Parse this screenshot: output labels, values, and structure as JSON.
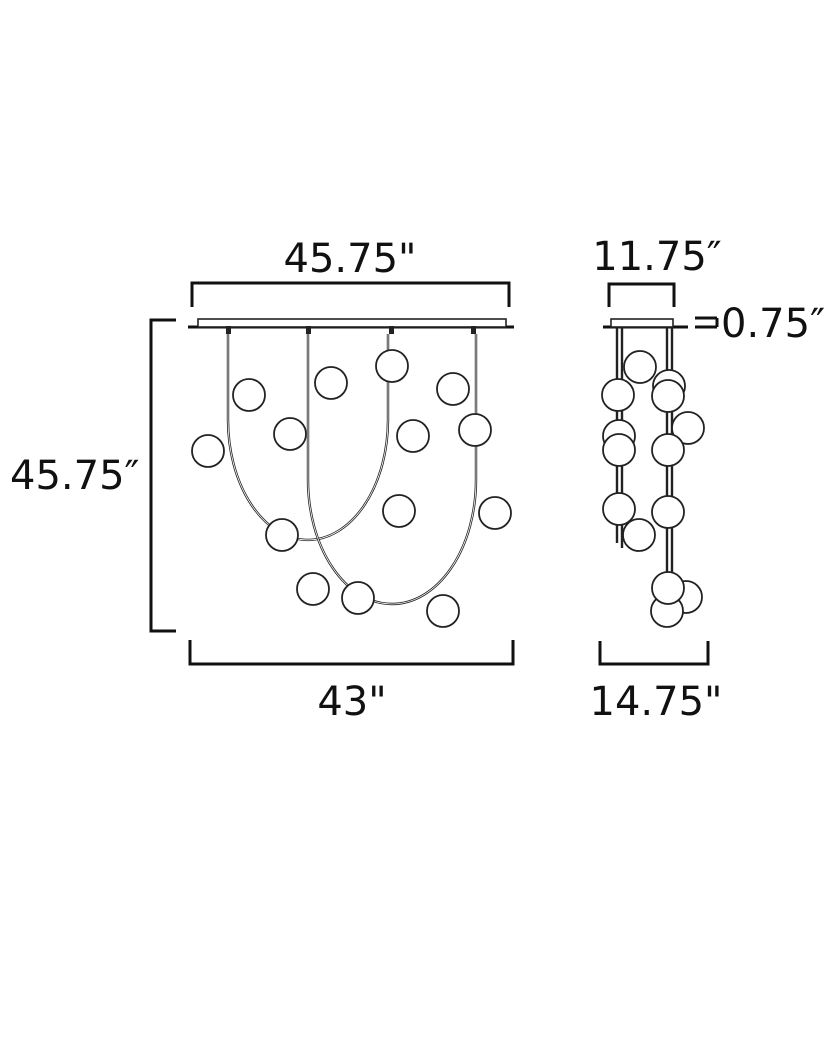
{
  "front_view": {
    "top_width_label": "45.75\"",
    "height_label": "45.75″",
    "bottom_width_label": "43\""
  },
  "side_view": {
    "canopy_width_label": "11.75″",
    "canopy_thickness_label": "0.75″",
    "depth_label": "14.75\""
  },
  "colors": {
    "line": "#111111",
    "background": "#ffffff"
  }
}
